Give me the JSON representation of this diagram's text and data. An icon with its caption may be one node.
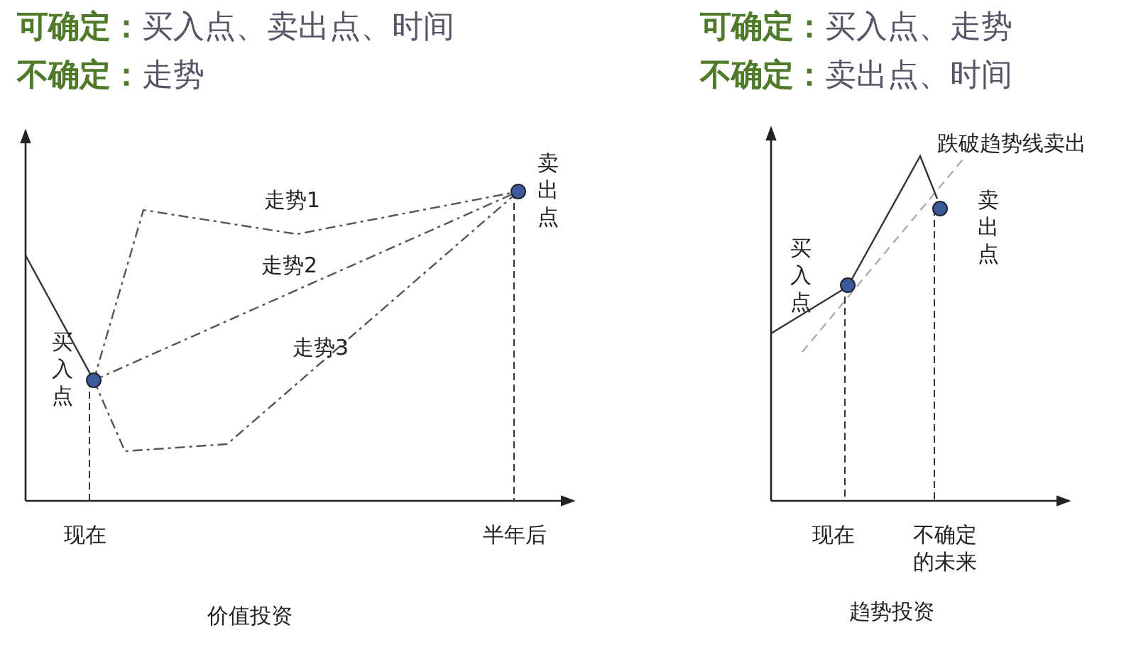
{
  "diagram": {
    "labels": [
      "**可确定：**买入点、卖出点、时间",
      "**不确定：**走势",
      "**可确定：**买入点、走势",
      "**不确定：**卖出点、时间",
      "走势1",
      "卖出点",
      "走势2",
      "买入点",
      "走势3",
      "现在",
      "半年后",
      "价值投资",
      "跌破趋势线卖出",
      "卖出点",
      "买入点",
      "现在",
      "不确定的未来",
      "趋势投资"
    ]
  }
}
